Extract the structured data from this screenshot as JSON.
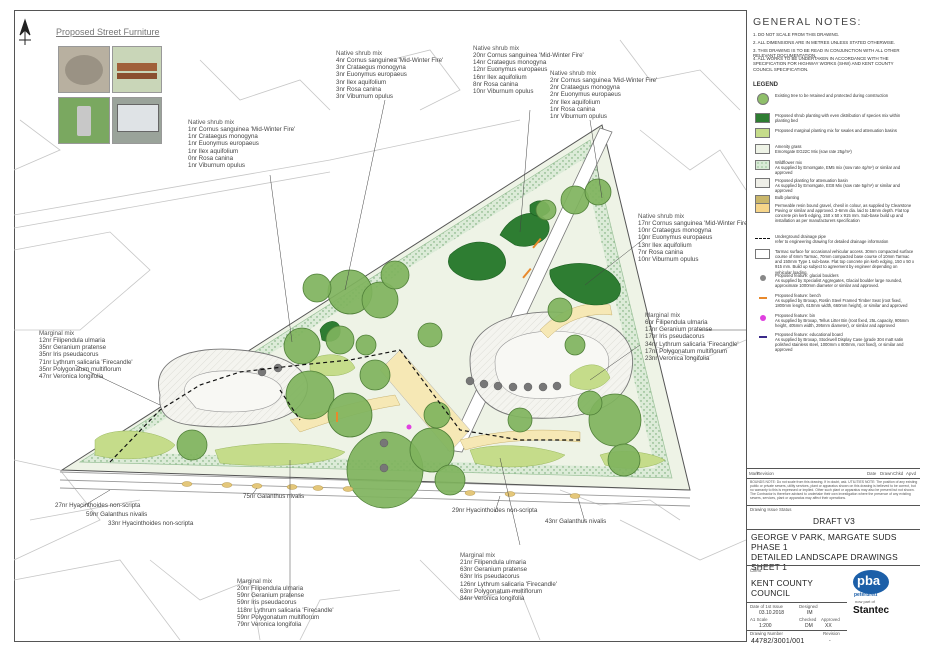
{
  "furniture": {
    "title": "Proposed Street Furniture",
    "items": [
      "boulder",
      "bench",
      "bin",
      "display case"
    ]
  },
  "planting_notes": [
    {
      "id": "shrub-a",
      "lines": [
        "Native shrub mix",
        "4nr Cornus sanguinea 'Mid-Winter Fire'",
        "3nr Crataegus monogyna",
        "3nr Euonymus europaeus",
        "3nr Ilex aquifolium",
        "3nr Rosa canina",
        "3nr Viburnum opulus"
      ]
    },
    {
      "id": "shrub-b",
      "lines": [
        "Native shrub mix",
        "20nr Cornus sanguinea 'Mid-Winter Fire'",
        "14nr Crataegus monogyna",
        "12nr Euonymus europaeus",
        "16nr Ilex aquifolium",
        "8nr Rosa canina",
        "10nr Viburnum opulus"
      ]
    },
    {
      "id": "shrub-c",
      "lines": [
        "Native shrub mix",
        "2nr Cornus sanguinea 'Mid-Winter Fire'",
        "2nr Crataegus monogyna",
        "2nr Euonymus europaeus",
        "2nr Ilex aquifolium",
        "1nr Rosa canina",
        "1nr Viburnum opulus"
      ]
    },
    {
      "id": "shrub-d",
      "lines": [
        "Native shrub mix",
        "1nr Cornus sanguinea 'Mid-Winter Fire'",
        "1nr Crataegus monogyna",
        "1nr Euonymus europaeus",
        "1nr Ilex aquifolium",
        "0nr Rosa canina",
        "1nr Viburnum opulus"
      ]
    },
    {
      "id": "shrub-e",
      "lines": [
        "Native shrub mix",
        "17nr Cornus sanguinea 'Mid-Winter Fire'",
        "10nr Crataegus monogyna",
        "10nr Euonymus europaeus",
        "13nr Ilex aquifolium",
        "7nr Rosa canina",
        "10nr Viburnum opulus"
      ]
    },
    {
      "id": "marginal-a",
      "lines": [
        "Marginal mix",
        "12nr Filipendula ulmaria",
        "35nr Geranium pratense",
        "35nr Iris pseudacorus",
        "71nr Lythrum salicaria 'Firecandle'",
        "35nr Polygonatum multiflorum",
        "47nr Veronica longifolia"
      ]
    },
    {
      "id": "marginal-b",
      "lines": [
        "Marginal mix",
        "6nr Filipendula ulmaria",
        "17nr Geranium pratense",
        "17nr Iris pseudacorus",
        "34nr Lythrum salicaria 'Firecandle'",
        "17nr Polygonatum multiflorum",
        "23nr Veronica longifolia"
      ]
    },
    {
      "id": "marginal-c",
      "lines": [
        "Marginal mix",
        "21nr Filipendula ulmaria",
        "63nr Geranium pratense",
        "63nr Iris pseudacorus",
        "126nr Lythrum salicaria 'Firecandle'",
        "63nr Polygonatum multiflorum",
        "84nr Veronica longifolia"
      ]
    },
    {
      "id": "marginal-d",
      "lines": [
        "Marginal mix",
        "20nr Filipendula ulmaria",
        "59nr Geranium pratense",
        "59nr Iris pseudacorus",
        "118nr Lythrum salicaria 'Firecandle'",
        "59nr Polygonatum multiflorum",
        "79nr Veronica longifolia"
      ]
    }
  ],
  "bulb_notes": [
    "27nr Hyacinthoides non-scripta",
    "59nr Galanthus nivalis",
    "33nr Hyacinthoides non-scripta",
    "75nr Galanthus nivalis",
    "29nr Hyacinthoides non-scripta",
    "43nr Galanthus nivalis"
  ],
  "general_notes": {
    "title": "GENERAL NOTES:",
    "items": [
      "1.   DO NOT SCALE FROM THIS DRAWING.",
      "2.   ALL DIMENSIONS ARE IN METRES UNLESS STATED OTHERWISE.",
      "3.   THIS DRAWING IS TO BE READ IN CONJUNCTION WITH ALL OTHER RELEVANT DOCUMENTATION.",
      "4.   ALL WORKS TO BE UNDERTAKEN IN ACCORDANCE WITH THE SPECIFICATION FOR HIGHWAY WORKS (SHW) AND KENT COUNTY COUNCIL SPECIFICATION."
    ]
  },
  "legend": {
    "title": "LEGEND",
    "items": [
      {
        "text": "Existing tree to be retained and protected during construction",
        "color": "#8fbf6a",
        "shape": "circle"
      },
      {
        "text": "Proposed shrub planting with even distribution of species mix within planting bed",
        "color": "#2e7d32",
        "shape": "rect"
      },
      {
        "text": "Proposed marginal planting mix for swales and attenuation basins",
        "color": "#c5dc8a",
        "shape": "rect"
      },
      {
        "text": "Amenity grass\nEmorsgate EG22C Mix (sow rate 25g/m²)",
        "color": "#eef3e6",
        "shape": "rect"
      },
      {
        "text": "Wildflower mix\nAs supplied by Emorsgate, EM5 mix (sow rate 4g/m²) or similar and approved",
        "color": "#d8ead6",
        "shape": "dots"
      },
      {
        "text": "Proposed planting for attenuation basin\nAs supplied by Emorsgate, EG8 Mix (sow rate 5g/m²) or similar and approved",
        "color": "#efefe8",
        "shape": "rect"
      },
      {
        "text": "Bulb planting",
        "color": "#c9b66a",
        "shape": "rect"
      },
      {
        "text": "Permeable resin bound gravel, chesil in colour, as supplied by Clearstone Paving or similar and approved. 2-6mm dia. laid to 18mm depth. Flat top concrete pin kerb edging, 150 x 50 x 915 mm. Sub-base build up and installation as per manufacturers specification",
        "color": "#f6d58a",
        "shape": "rect"
      },
      {
        "text": "Underground drainage pipe\nrefer to engineering drawing for detailed drainage information",
        "color": "#111111",
        "shape": "dash"
      },
      {
        "text": "Tarmac surface for occasional vehicular access. 30mm compacted surface course of 6mm Tarmac, 70mm compacted base course of 10mm Tarmac and 150mm Type 1 sub-base. Flat top concrete pin kerb edging, 150 x 50 x 915 mm. Build up subject to agreement by engineer depending on vehicular loading.",
        "color": "#ffffff",
        "shape": "rect"
      },
      {
        "text": "Proposed feature: glacial boulders\nAs supplied by Specialist Aggregates, Glacial boulder large rounded, approximate 1000mm diameter or similar and approved.",
        "color": "#888888",
        "shape": "smallcircle"
      },
      {
        "text": "Proposed feature: bench\nAs supplied by Broxap, Roslin Steel Framed Timber Seat (root fixed, 1800mm length, 610mm width, 660mm height), or similar and approved",
        "color": "#e8892c",
        "shape": "bar"
      },
      {
        "text": "Proposed feature: bin\nAs supplied by Broxap, Tellus Litter Bin (root fixed, 25L capacity, 905mm height, 405mm width, 295mm diameter), or similar and approved",
        "color": "#e040e0",
        "shape": "smallcircle"
      },
      {
        "text": "Proposed feature: educational board\nAs supplied by Broxap, Stockwell Display Case (grade 304 matt satin polished stainless steel, 1000mm x 800mm, root fixed), or similar and approved",
        "color": "#3a2a8a",
        "shape": "bar"
      }
    ]
  },
  "revision_header": [
    "Mark",
    "Revision",
    "Date",
    "Drawn",
    "Chkd",
    "Apvd"
  ],
  "disclaimer": "BOUNDS NOTE: Do not scale from this drawing. If in doubt, ask. UTILITIES NOTE: The position of any existing public or private sewers, utility services, plant or apparatus shown on this drawing is believed to be correct, but no warranty to this is expressed or implied. Other such plant or apparatus may also be present but not shown. The Contractor is therefore advised to undertake their own investigation where the presence of any existing sewers, services, plant or apparatus may affect their operations.",
  "drawing_status_label": "Drawing Issue Status",
  "status": "DRAFT V3",
  "project": [
    "GEORGE V PARK, MARGATE SUDS",
    "PHASE 1",
    "DETAILED LANDSCAPE DRAWINGS SHEET 1"
  ],
  "client_label": "Client",
  "client": [
    "KENT COUNTY",
    "COUNCIL"
  ],
  "logo": {
    "pba": "pba",
    "peterbrett": "peterbrett",
    "now_part_of": "now part of",
    "stantec": "Stantec"
  },
  "tb_fields": {
    "date_label": "Date of 1st Issue",
    "date": "03.10.2018",
    "designed_label": "Designed",
    "designed": "IM",
    "scale_label": "A1 Scale",
    "scale": "1:200",
    "checked_label": "Checked",
    "checked": "DM",
    "approved_label": "Approved",
    "approved": "XX",
    "drawing_no_label": "Drawing Number",
    "drawing_no": "44782/3001/001",
    "rev_label": "Revision",
    "rev": "-"
  }
}
